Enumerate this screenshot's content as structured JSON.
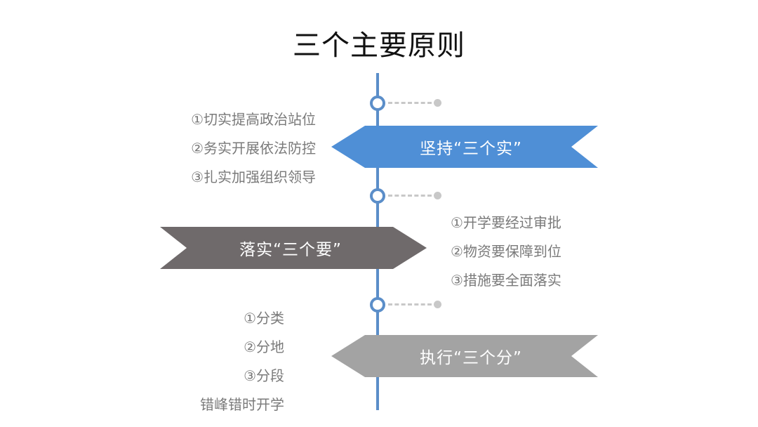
{
  "title": "三个主要原则",
  "colors": {
    "axis": "#5b8ec9",
    "banner_1": "#4f8fd6",
    "banner_2": "#6f6a6b",
    "banner_3": "#a3a3a3",
    "list_text": "#7a7a7a",
    "dash": "#c8c8c8"
  },
  "principles": [
    {
      "label": "坚持“三个实”",
      "items": [
        "①切实提高政治站位",
        "②务实开展依法防控",
        "③扎实加强组织领导"
      ]
    },
    {
      "label": "落实“三个要”",
      "items": [
        "①开学要经过审批",
        "②物资要保障到位",
        "③措施要全面落实"
      ]
    },
    {
      "label": "执行“三个分”",
      "items": [
        "①分类",
        "②分地",
        "③分段",
        "错峰错时开学"
      ]
    }
  ]
}
